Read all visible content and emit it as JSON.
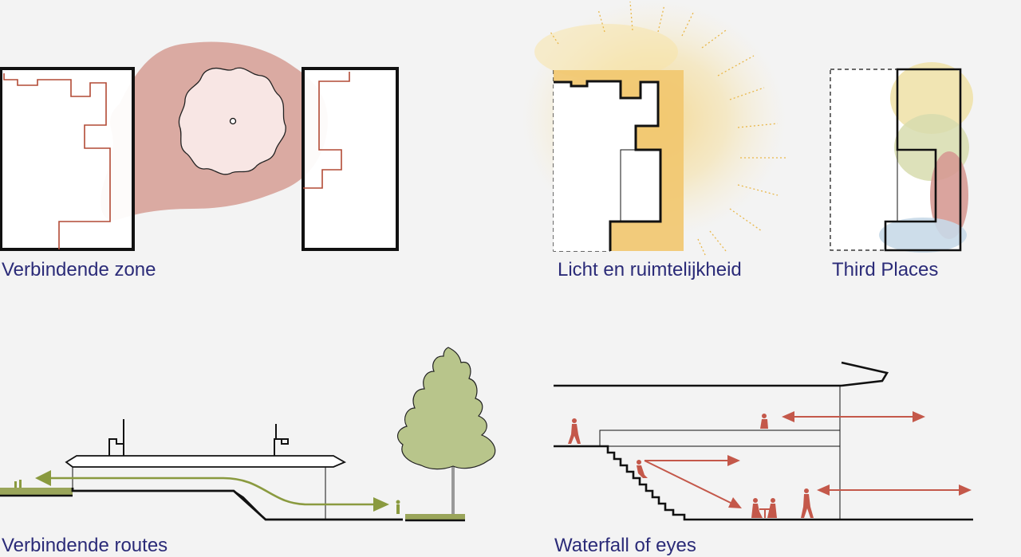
{
  "captions": {
    "verbindende_zone": "Verbindende zone",
    "licht": "Licht en ruimtelijkheid",
    "third_places": "Third Places",
    "verbindende_routes": "Verbindende routes",
    "waterfall": "Waterfall of eyes"
  },
  "colors": {
    "caption": "#2b2b78",
    "zone_fill": "#d59c93",
    "zone_outline": "#b24a35",
    "plaza_fill": "#f8e6e4",
    "sun_yellow": "#f5d487",
    "route_green": "#8a9a3f",
    "tree_fill": "#b8c58b",
    "eyes_red": "#c4584a",
    "third_yellow": "#efe0a6",
    "third_green": "#d7dcae",
    "third_red": "#d69a94",
    "third_blue": "#c8d9e8"
  },
  "icons": [
    "sun-icon",
    "tree-icon",
    "person-icon"
  ]
}
